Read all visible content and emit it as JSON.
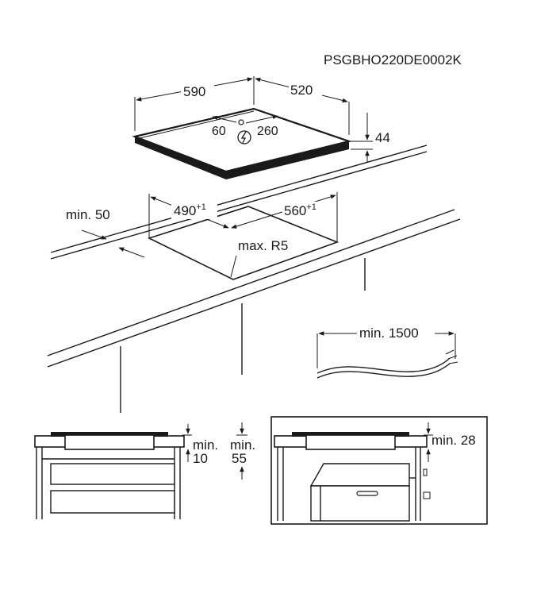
{
  "product_code": "PSGBHO220DE0002K",
  "hob": {
    "width": "590",
    "depth": "520",
    "height": "44",
    "conn_left": "60",
    "conn_right": "260"
  },
  "cutout": {
    "width_value": "490",
    "width_tol": "+1",
    "depth_value": "560",
    "depth_tol": "+1",
    "edge_label": "min. 50",
    "radius_label": "max. R5"
  },
  "cable": {
    "length_label": "min. 1500"
  },
  "section_drawer": {
    "gap_min": "min.",
    "gap_val": "10",
    "depth_min": "min.",
    "depth_val": "55"
  },
  "section_oven": {
    "gap_label": "min. 28"
  },
  "colors": {
    "line": "#1a1a1a",
    "hob_top": "#111111",
    "background": "#ffffff"
  },
  "icons": [
    "power-connection-icon",
    "arrow-icon"
  ]
}
